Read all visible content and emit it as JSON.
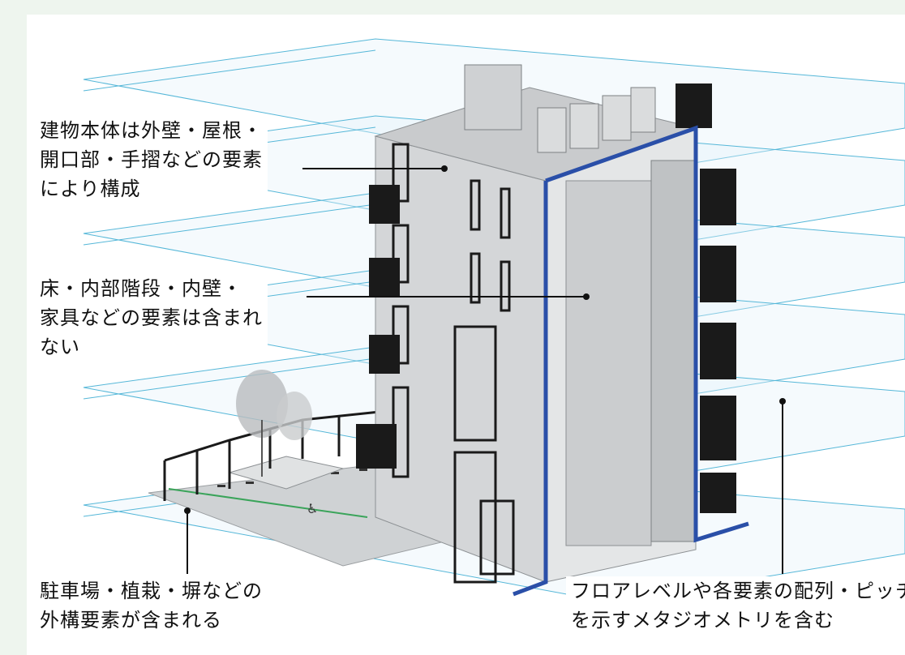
{
  "annotations": [
    {
      "id": "exterior",
      "lines": [
        "建物本体は外壁・屋根・",
        "開口部・手摺などの要素",
        "により構成"
      ]
    },
    {
      "id": "interior",
      "lines": [
        "床・内部階段・内壁・",
        "家具などの要素は含まれ",
        "ない"
      ]
    },
    {
      "id": "site",
      "lines": [
        "駐車場・植栽・塀などの",
        "外構要素が含まれる"
      ]
    },
    {
      "id": "meta",
      "lines": [
        "フロアレベルや各要素の配列・ピッチ",
        "を示すメタジオメトリを含む"
      ]
    }
  ],
  "colors": {
    "background": "#eef5ee",
    "level_plane_line": "#55b7d8",
    "level_plane_fill": "#e3f1f8",
    "section_outline": "#2a4fa8",
    "wall": "#d7d9db",
    "wall_dark": "#b9bcbf",
    "railing": "#1a1a1a"
  }
}
